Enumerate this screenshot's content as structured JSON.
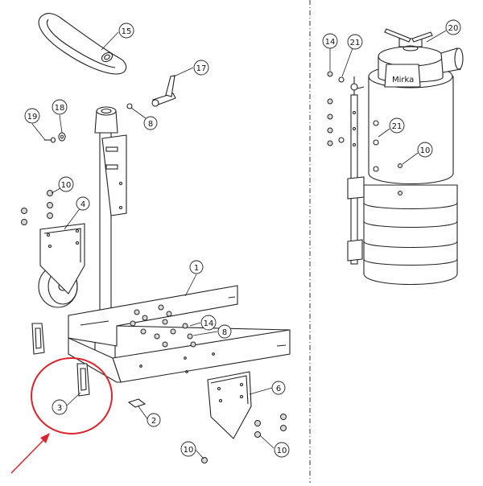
{
  "diagram": {
    "divider_style": "dashed vertical",
    "highlight_color": "#d9262c",
    "callouts": [
      {
        "id": "c15",
        "label": "15"
      },
      {
        "id": "c17",
        "label": "17"
      },
      {
        "id": "c8a",
        "label": "8"
      },
      {
        "id": "c19",
        "label": "19"
      },
      {
        "id": "c18",
        "label": "18"
      },
      {
        "id": "c10a",
        "label": "10"
      },
      {
        "id": "c4",
        "label": "4"
      },
      {
        "id": "c1",
        "label": "1"
      },
      {
        "id": "c14a",
        "label": "14"
      },
      {
        "id": "c8b",
        "label": "8"
      },
      {
        "id": "c3",
        "label": "3"
      },
      {
        "id": "c2",
        "label": "2"
      },
      {
        "id": "c6",
        "label": "6"
      },
      {
        "id": "c10b",
        "label": "10"
      },
      {
        "id": "c10c",
        "label": "10"
      },
      {
        "id": "c14b",
        "label": "14"
      },
      {
        "id": "c21a",
        "label": "21"
      },
      {
        "id": "c20",
        "label": "20"
      },
      {
        "id": "c21b",
        "label": "21"
      },
      {
        "id": "c10d",
        "label": "10"
      }
    ],
    "unit_brand": "Mirka"
  }
}
